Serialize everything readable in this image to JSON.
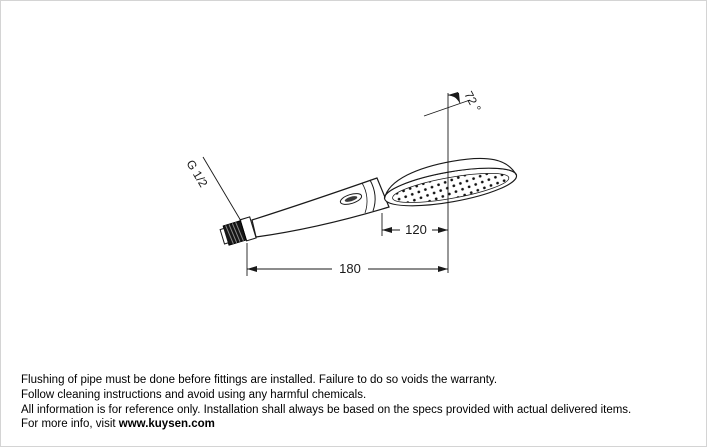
{
  "diagram": {
    "description": "hand-shower-technical-drawing",
    "labels": {
      "angle": "72 °",
      "thread": "G 1/2",
      "face_width": "120",
      "total_length": "180"
    },
    "line_color": "#1a1a1a"
  },
  "footer": {
    "lines": [
      "Flushing of pipe must be done before fittings are installed. Failure to do so voids the warranty.",
      "Follow cleaning instructions and avoid using any harmful chemicals.",
      "All information is for reference only. Installation shall always be based on the specs provided with actual delivered items."
    ],
    "more_info_prefix": "For more info, visit ",
    "website": "www.kuysen.com"
  }
}
